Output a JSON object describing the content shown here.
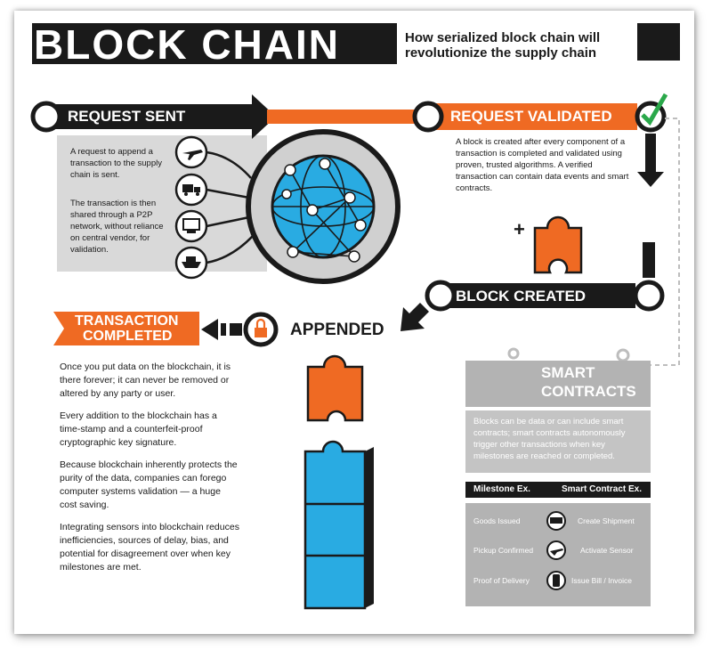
{
  "header": {
    "title": "BLOCK CHAIN",
    "subtitle": "How serialized block chain will revolutionize the supply chain"
  },
  "steps": {
    "request_sent": {
      "label": "REQUEST SENT",
      "text1": "A request to append a transaction to the supply chain is sent.",
      "text2": "The transaction is then shared through a P2P network, without reliance on central vendor, for validation."
    },
    "request_validated": {
      "label": "REQUEST VALIDATED",
      "text": "A block is created after every component of a transaction is completed and validated using proven, trusted algorithms. A verified transaction can contain data events and smart contracts."
    },
    "block_created": {
      "label": "BLOCK CREATED"
    },
    "appended": {
      "label": "APPENDED"
    },
    "transaction_completed": {
      "label_line1": "TRANSACTION",
      "label_line2": "COMPLETED"
    }
  },
  "completed_text": [
    "Once you put data on the blockchain, it is there forever; it can never be removed or altered by any party or user.",
    "Every addition to the blockchain has a time-stamp and a counterfeit-proof cryptographic key signature.",
    "Because blockchain inherently protects the purity of the data, companies can forego computer systems validation — a huge cost saving.",
    "Integrating sensors into blockchain reduces inefficiencies, sources of delay, bias, and potential for disagreement over when key milestones are met."
  ],
  "smart_contracts": {
    "title_line1": "SMART",
    "title_line2": "CONTRACTS",
    "text": "Blocks can be data or can include smart contracts; smart contracts autonomously trigger other transactions when key milestones are reached or completed.",
    "col_milestone": "Milestone Ex.",
    "col_contract": "Smart Contract Ex.",
    "rows": [
      {
        "milestone": "Goods Issued",
        "contract": "Create Shipment",
        "icon": "truck-icon"
      },
      {
        "milestone": "Pickup Confirmed",
        "contract": "Activate Sensor",
        "icon": "plane-icon"
      },
      {
        "milestone": "Proof of Delivery",
        "contract": "Issue Bill / Invoice",
        "icon": "phone-icon"
      }
    ]
  },
  "plus_sign": "+",
  "colors": {
    "orange": "#ef6a23",
    "dark": "#2b2b2b",
    "gray_panel": "#d9d9d9",
    "gray_box": "#b3b3b3",
    "blue": "#29abe2"
  }
}
